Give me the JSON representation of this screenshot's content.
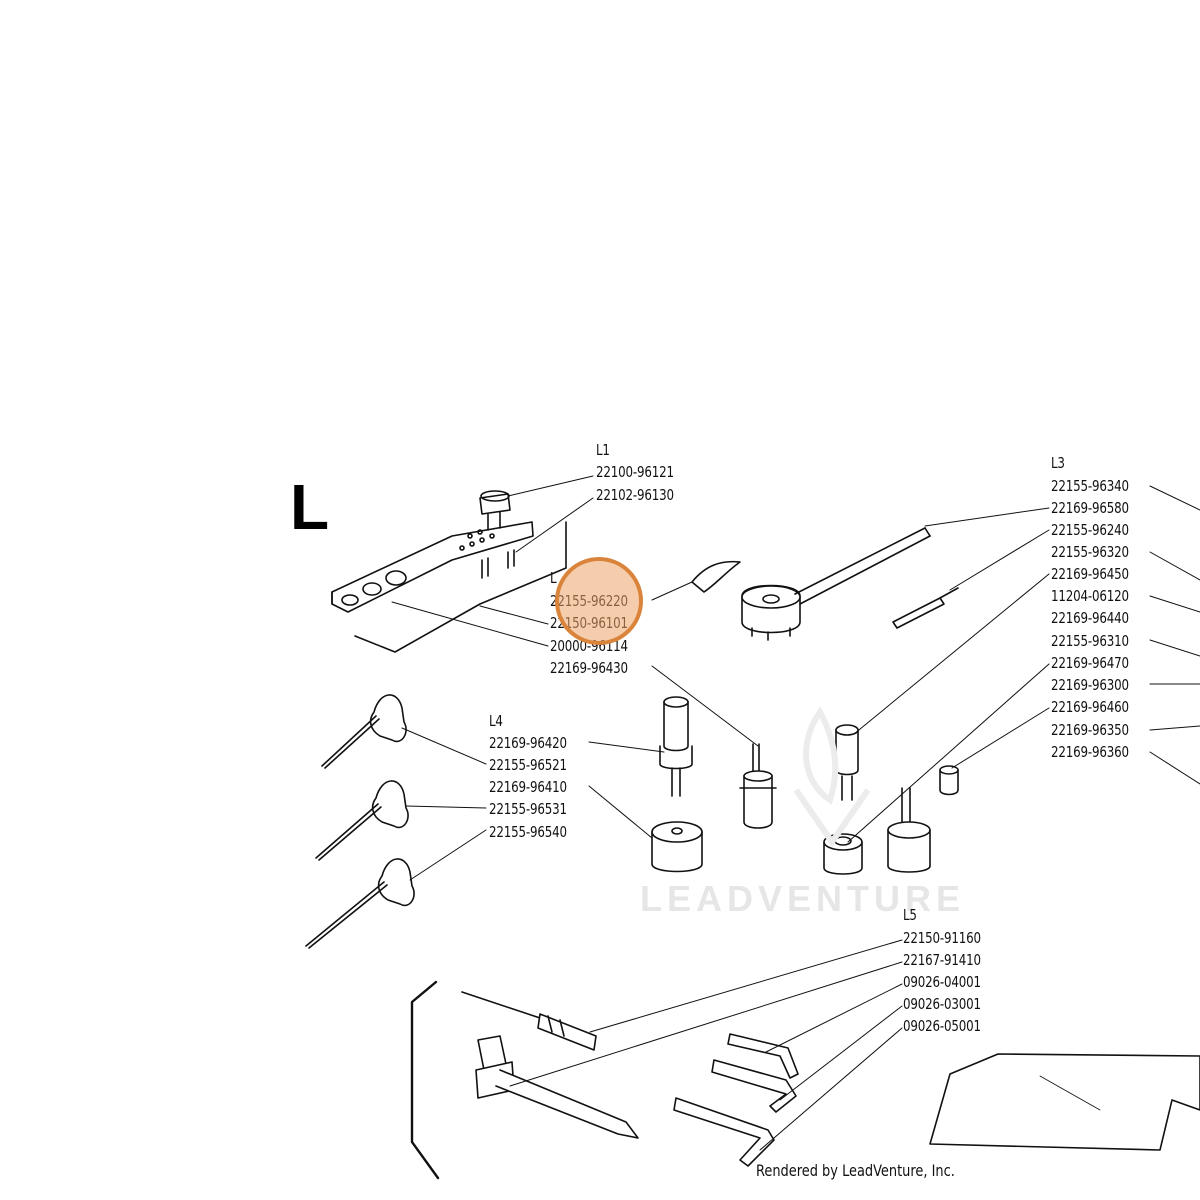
{
  "diagram": {
    "group_letter": "L",
    "watermark": "LEADVENTURE",
    "credit": "Rendered by LeadVenture, Inc.",
    "accent_color": "#d9843a",
    "groups": {
      "l1": {
        "title": "L1",
        "parts": [
          "22100-96121",
          "22102-96130"
        ]
      },
      "l2": {
        "title": "L",
        "parts": [
          "22155-96220",
          "22150-96101",
          "20000-96114",
          "22169-96430"
        ]
      },
      "l3": {
        "title": "L3",
        "parts": [
          "22155-96340",
          "22169-96580",
          "22155-96240",
          "22155-96320",
          "22169-96450",
          "11204-06120",
          "22169-96440",
          "22155-96310",
          "22169-96470",
          "22169-96300",
          "22169-96460",
          "22169-96350",
          "22169-96360"
        ]
      },
      "l4": {
        "title": "L4",
        "parts": [
          "22169-96420",
          "22155-96521",
          "22169-96410",
          "22155-96531",
          "22155-96540"
        ]
      },
      "l5": {
        "title": "L5",
        "parts": [
          "22150-91160",
          "22167-91410",
          "09026-04001",
          "09026-03001",
          "09026-05001"
        ]
      }
    }
  }
}
